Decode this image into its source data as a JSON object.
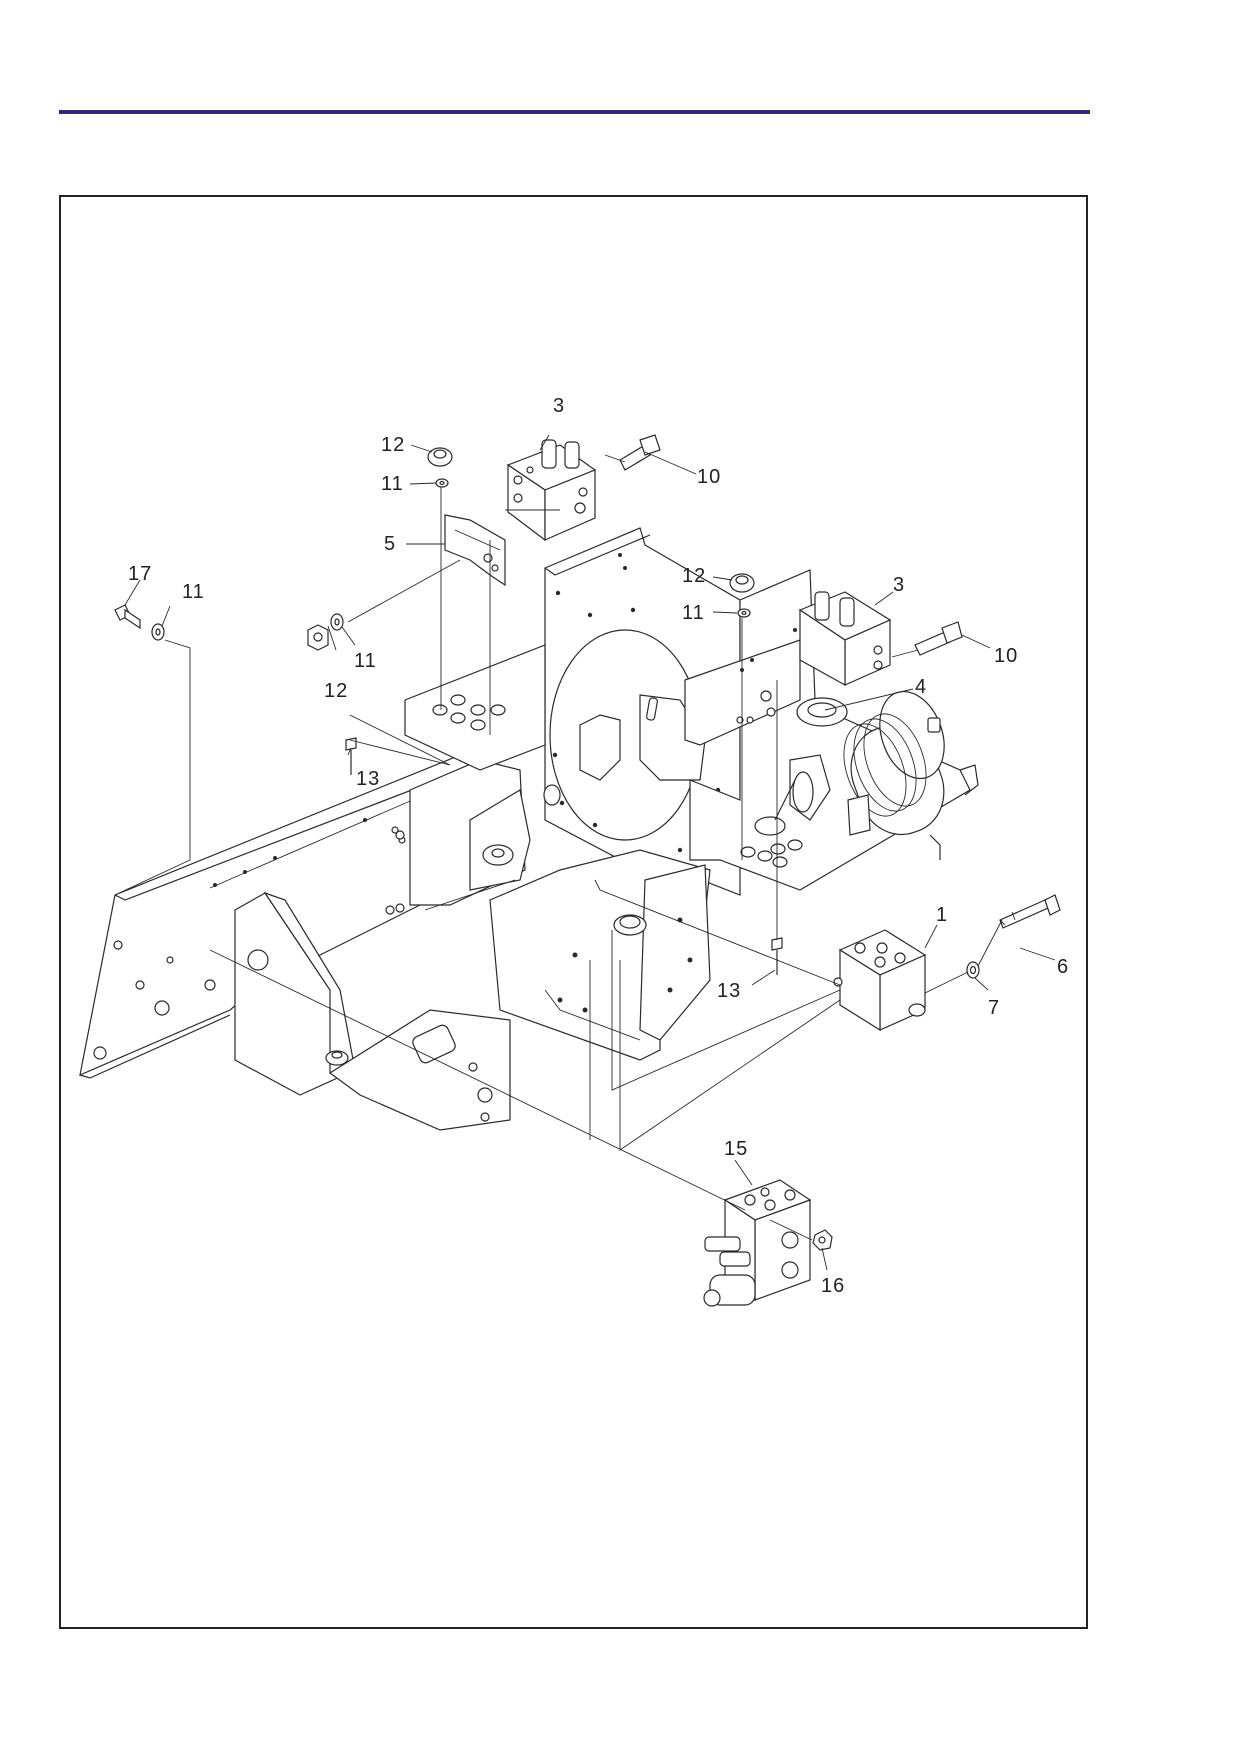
{
  "header": {
    "rule_color": "#2e2a7a"
  },
  "callouts": [
    {
      "id": "c3a",
      "label": "3"
    },
    {
      "id": "c12a",
      "label": "12"
    },
    {
      "id": "c11a",
      "label": "11"
    },
    {
      "id": "c10a",
      "label": "10"
    },
    {
      "id": "c5",
      "label": "5"
    },
    {
      "id": "c17",
      "label": "17"
    },
    {
      "id": "c11b",
      "label": "11"
    },
    {
      "id": "c12b",
      "label": "12"
    },
    {
      "id": "c11c",
      "label": "11"
    },
    {
      "id": "c12c",
      "label": "12"
    },
    {
      "id": "c11d",
      "label": "11"
    },
    {
      "id": "c3b",
      "label": "3"
    },
    {
      "id": "c10b",
      "label": "10"
    },
    {
      "id": "c4",
      "label": "4"
    },
    {
      "id": "c13a",
      "label": "13"
    },
    {
      "id": "c1",
      "label": "1"
    },
    {
      "id": "c6",
      "label": "6"
    },
    {
      "id": "c7",
      "label": "7"
    },
    {
      "id": "c13b",
      "label": "13"
    },
    {
      "id": "c15",
      "label": "15"
    },
    {
      "id": "c16",
      "label": "16"
    }
  ]
}
